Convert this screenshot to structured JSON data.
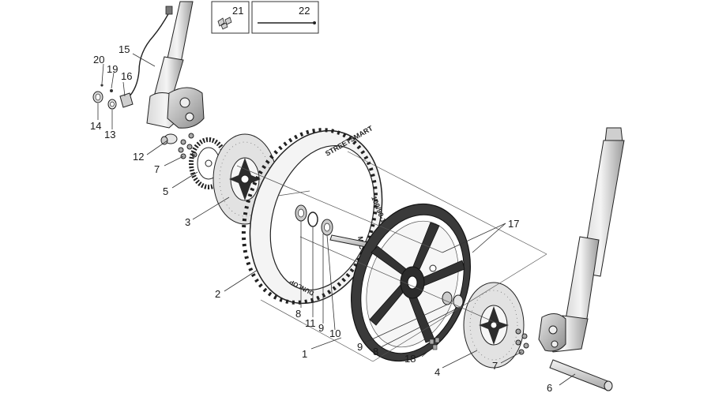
{
  "callouts": [
    {
      "id": "c1",
      "text": "1"
    },
    {
      "id": "c2",
      "text": "2"
    },
    {
      "id": "c3",
      "text": "3"
    },
    {
      "id": "c4",
      "text": "4"
    },
    {
      "id": "c5",
      "text": "5"
    },
    {
      "id": "c6",
      "text": "6"
    },
    {
      "id": "c7a",
      "text": "7"
    },
    {
      "id": "c7b",
      "text": "7"
    },
    {
      "id": "c8a",
      "text": "8"
    },
    {
      "id": "c8b",
      "text": "8"
    },
    {
      "id": "c9a",
      "text": "9"
    },
    {
      "id": "c9b",
      "text": "9"
    },
    {
      "id": "c10",
      "text": "10"
    },
    {
      "id": "c11",
      "text": "11"
    },
    {
      "id": "c12",
      "text": "12"
    },
    {
      "id": "c13",
      "text": "13"
    },
    {
      "id": "c14",
      "text": "14"
    },
    {
      "id": "c15",
      "text": "15"
    },
    {
      "id": "c16",
      "text": "16"
    },
    {
      "id": "c17",
      "text": "17"
    },
    {
      "id": "c18",
      "text": "18"
    },
    {
      "id": "c19",
      "text": "19"
    },
    {
      "id": "c20",
      "text": "20"
    },
    {
      "id": "c21",
      "text": "21"
    },
    {
      "id": "c22",
      "text": "22"
    }
  ],
  "tire_markings": {
    "brand": "STREETSMART",
    "size": "100/90-18",
    "spec": "M/C 56V",
    "maker": "DUNLOP"
  },
  "colors": {
    "line": "#222222",
    "rim": "#3a3a3a",
    "fork": "#9a9a9a",
    "caliper": "#b5b5b5",
    "background": "#ffffff"
  }
}
